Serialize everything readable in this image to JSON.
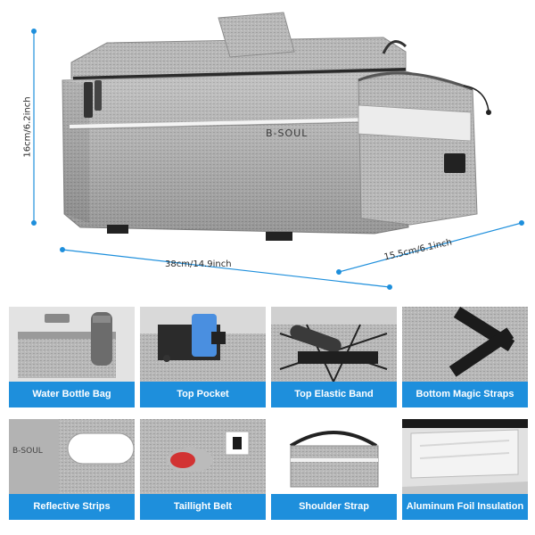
{
  "hero": {
    "brand": "B-SOUL",
    "height_label": "16cm/6.2inch",
    "length_label": "38cm/14.9inch",
    "width_label": "15.5cm/6.1inch"
  },
  "features": [
    {
      "label": "Water Bottle Bag"
    },
    {
      "label": "Top Pocket"
    },
    {
      "label": "Top Elastic Band"
    },
    {
      "label": "Bottom Magic Straps"
    },
    {
      "label": "Reflective Strips"
    },
    {
      "label": "Taillight Belt"
    },
    {
      "label": "Shoulder Strap"
    },
    {
      "label": "Aluminum Foil Insulation"
    }
  ],
  "colors": {
    "label_bg": "#1e8fdc",
    "bag_gray": "#b9b9b9",
    "dimension_line": "#1e8fdc"
  }
}
